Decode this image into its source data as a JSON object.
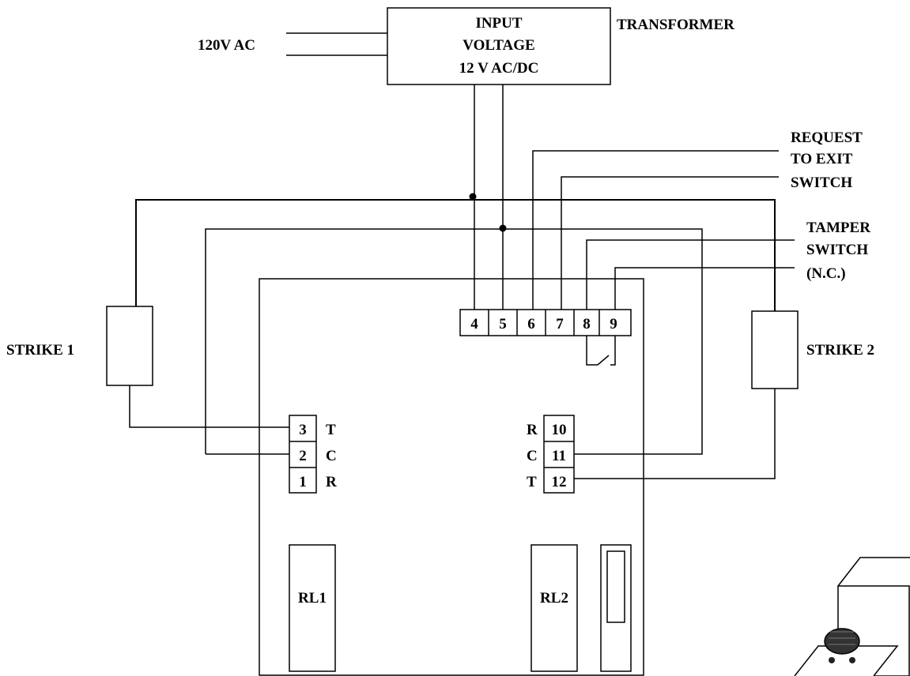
{
  "transformer": {
    "title": "TRANSFORMER",
    "input_label": "120V AC",
    "box_lines": [
      "INPUT",
      "VOLTAGE",
      "12 V AC/DC"
    ]
  },
  "request_to_exit": {
    "lines": [
      "REQUEST",
      "TO EXIT",
      "SWITCH"
    ]
  },
  "tamper_switch": {
    "lines": [
      "TAMPER",
      "SWITCH",
      "(N.C.)"
    ]
  },
  "strike1": {
    "label": "STRIKE 1"
  },
  "strike2": {
    "label": "STRIKE 2"
  },
  "top_terminals": [
    "4",
    "5",
    "6",
    "7",
    "8",
    "9"
  ],
  "left_terminals": [
    {
      "number": "3",
      "letter": "T"
    },
    {
      "number": "2",
      "letter": "C"
    },
    {
      "number": "1",
      "letter": "R"
    }
  ],
  "right_terminals": [
    {
      "number": "10",
      "letter": "R"
    },
    {
      "number": "11",
      "letter": "C"
    },
    {
      "number": "12",
      "letter": "T"
    }
  ],
  "relays": {
    "rl1": "RL1",
    "rl2": "RL2"
  }
}
